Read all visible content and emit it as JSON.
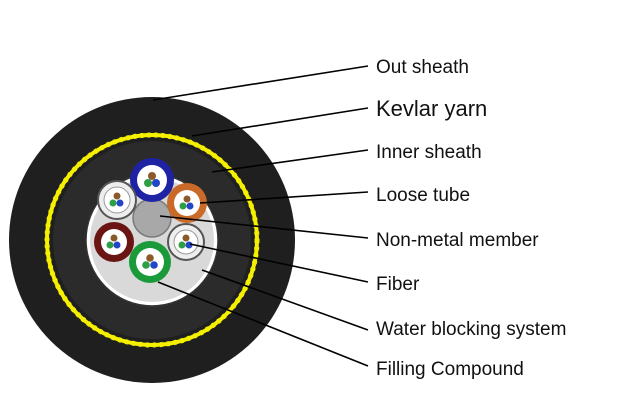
{
  "labels": {
    "out_sheath": "Out sheath",
    "kevlar_yarn": "Kevlar yarn",
    "inner_sheath": "Inner sheath",
    "loose_tube": "Loose tube",
    "non_metal_member": "Non-metal member",
    "fiber": "Fiber",
    "water_blocking_system": "Water blocking system",
    "filling_compound": "Filling Compound"
  },
  "colors": {
    "outer_sheath": "#1f1f1f",
    "kevlar_ring": "#f5f000",
    "inner_sheath": "#2b2b2b",
    "filling": "#d9d9d9",
    "core_member": "#a8a8a8",
    "tube_blue": "#1e23a3",
    "tube_orange": "#c96a28",
    "tube_white": "#eeeeee",
    "tube_red": "#6b1414",
    "tube_green": "#1b9a3a",
    "fiber_green": "#2e9e45",
    "fiber_blue": "#2346c8",
    "fiber_brown": "#8a5a2b"
  }
}
